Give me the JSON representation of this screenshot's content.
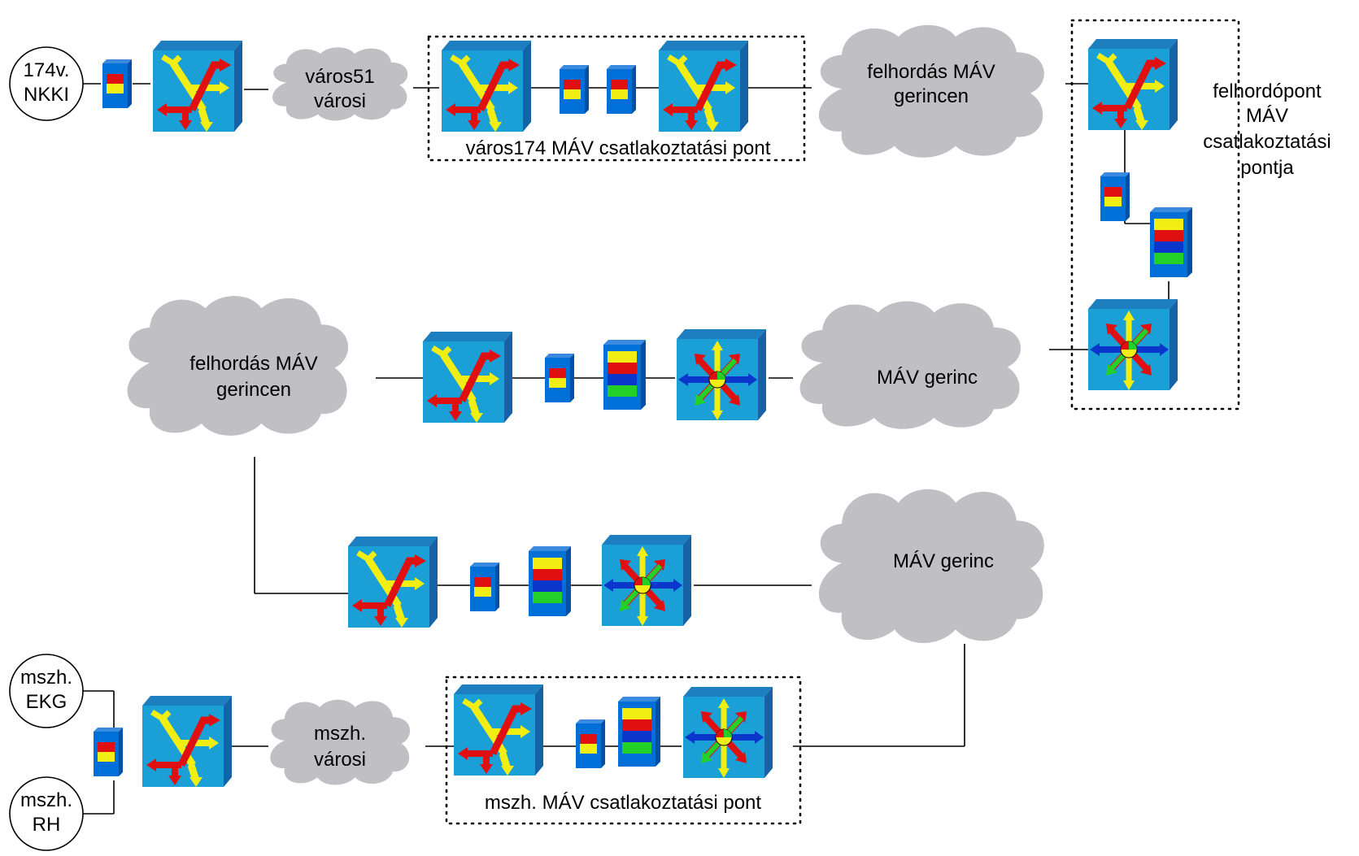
{
  "diagram": {
    "endpoints": {
      "nkki": [
        "174v.",
        "NKKI"
      ],
      "ekg": [
        "mszh.",
        "EKG"
      ],
      "rh": [
        "mszh.",
        "RH"
      ]
    },
    "clouds": {
      "varos51": [
        "város51",
        "városi"
      ],
      "felhordas_top": [
        "felhordás MÁV",
        "gerincen"
      ],
      "felhordas_mid": [
        "felhordás MÁV",
        "gerincen"
      ],
      "mav_gerinc_mid": [
        "MÁV gerinc"
      ],
      "mav_gerinc_low": [
        "MÁV gerinc"
      ],
      "mszh_varosi": [
        "mszh.",
        "városi"
      ]
    },
    "groups": {
      "varos174_label": "város174  MÁV csatlakoztatási pont",
      "felhordopont_label": [
        "felhordópont",
        "MÁV",
        "csatlakoztatási",
        "pontja"
      ],
      "mszh_label": "mszh. MÁV csatlakoztatási pont"
    },
    "device_types": {
      "router": "router-icon",
      "layer3_switch": "layer3-switch-icon",
      "converter": "media-converter-icon",
      "multiplexer": "multiplexer-icon",
      "endpoint": "endpoint-circle"
    },
    "colors": {
      "device_front": "#1aa0d6",
      "device_top": "#1e7fc0",
      "device_side": "#1562a6",
      "converter_blue": "#0070d8",
      "arrow_red": "#e01010",
      "arrow_yellow": "#f2ee14",
      "arrow_green": "#22d028",
      "arrow_blue": "#0a36cc",
      "cloud": "#bfbfc4"
    }
  }
}
